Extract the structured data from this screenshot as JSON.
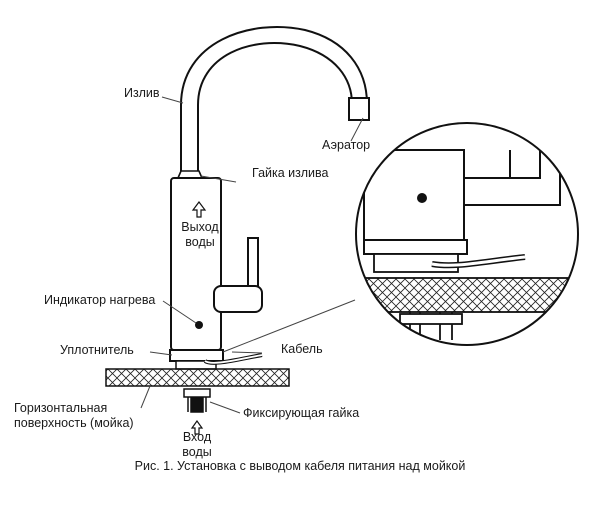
{
  "labels": {
    "spout": "Излив",
    "aerator": "Аэратор",
    "spout_nut": "Гайка излива",
    "water_out_1": "Выход",
    "water_out_2": "воды",
    "heat_indicator": "Индикатор нагрева",
    "seal": "Уплотнитель",
    "cable": "Кабель",
    "surface_1": "Горизонтальная",
    "surface_2": "поверхность (мойка)",
    "fixing_nut": "Фиксирующая гайка",
    "water_in_1": "Вход",
    "water_in_2": "воды"
  },
  "caption": "Рис. 1. Установка с выводом кабеля питания над мойкой"
}
